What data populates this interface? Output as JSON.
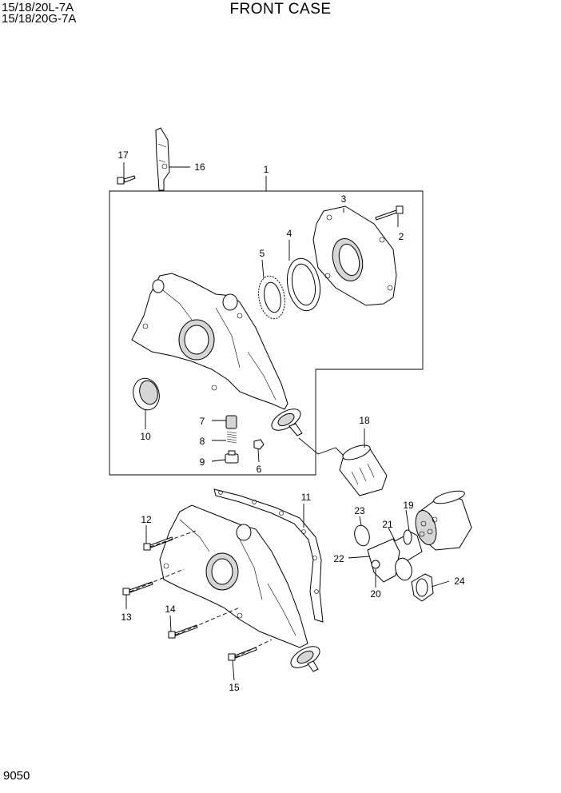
{
  "header": {
    "model_line_1": "15/18/20L-7A",
    "model_line_2": "15/18/20G-7A",
    "title": "FRONT CASE"
  },
  "footer": {
    "page_number": "9050"
  },
  "callouts": [
    "1",
    "2",
    "3",
    "4",
    "5",
    "6",
    "7",
    "8",
    "9",
    "10",
    "11",
    "12",
    "13",
    "14",
    "15",
    "16",
    "17",
    "18",
    "19",
    "20",
    "21",
    "22",
    "23",
    "24"
  ]
}
